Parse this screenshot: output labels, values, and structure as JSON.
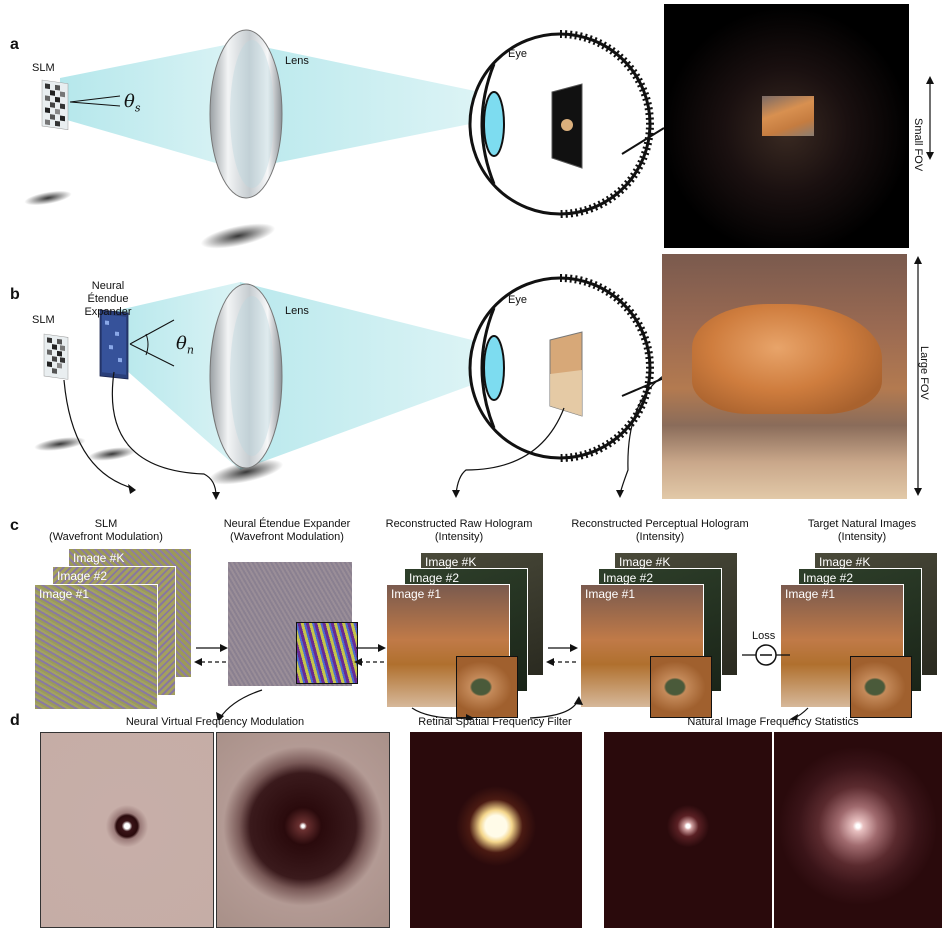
{
  "panels": {
    "a": "a",
    "b": "b",
    "c": "c",
    "d": "d"
  },
  "panel_a": {
    "slm": "SLM",
    "lens": "Lens",
    "eye": "Eye",
    "angle": "θ",
    "angle_sub": "s",
    "fov": "Small FOV"
  },
  "panel_b": {
    "slm": "SLM",
    "expander_line1": "Neural",
    "expander_line2": "Étendue",
    "expander_line3": "Expander",
    "lens": "Lens",
    "eye": "Eye",
    "angle": "θ",
    "angle_sub": "n",
    "fov": "Large FOV"
  },
  "panel_c": {
    "slm_title": "SLM",
    "slm_sub": "(Wavefront Modulation)",
    "expander_title": "Neural Étendue Expander",
    "expander_sub": "(Wavefront Modulation)",
    "raw_title": "Reconstructed Raw Hologram",
    "raw_sub": "(Intensity)",
    "perc_title": "Reconstructed Perceptual Hologram",
    "perc_sub": "(Intensity)",
    "target_title": "Target Natural Images",
    "target_sub": "(Intensity)",
    "image_k": "Image #K",
    "image_2": "Image #2",
    "image_1": "Image #1",
    "loss": "Loss"
  },
  "panel_d": {
    "title_1": "Neural Virtual Frequency Modulation",
    "title_2": "Retinal Spatial Frequency Filter",
    "title_3": "Natural Image Frequency Statistics"
  },
  "colors": {
    "beam": "#bfe8ec",
    "eye_lens": "#7ddcf0",
    "noise_olive": "#9a9a5a",
    "noise_purple": "#8a7aa0",
    "spectrum_dark": "#2a0a0c"
  }
}
